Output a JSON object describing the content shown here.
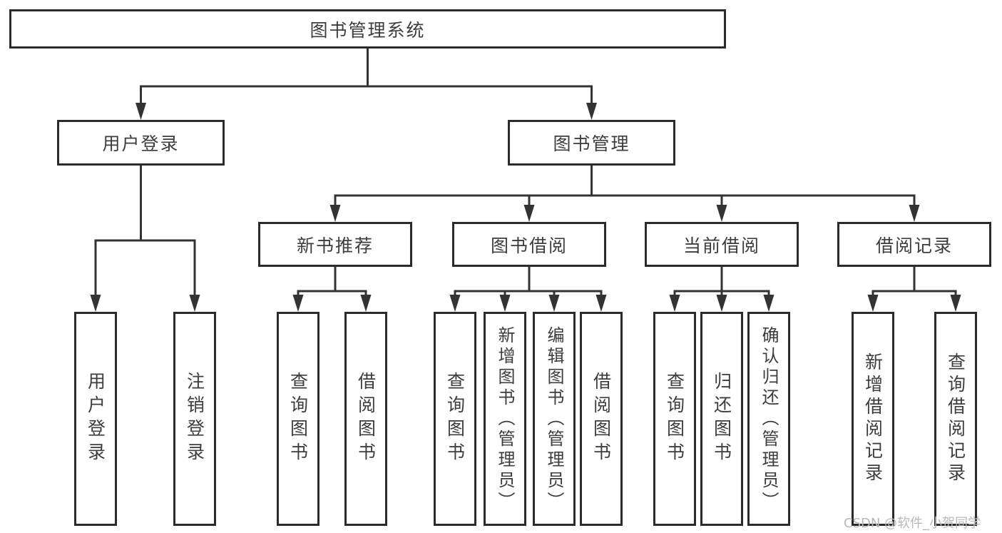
{
  "diagram_title": "图书管理系统",
  "tree": {
    "root": {
      "label": "图书管理系统"
    },
    "branches": [
      {
        "label": "用户登录",
        "children": [
          {
            "label": "用户登录"
          },
          {
            "label": "注销登录"
          }
        ]
      },
      {
        "label": "图书管理",
        "children": [
          {
            "label": "新书推荐",
            "children": [
              {
                "label": "查询图书"
              },
              {
                "label": "借阅图书"
              }
            ]
          },
          {
            "label": "图书借阅",
            "children": [
              {
                "label": "查询图书"
              },
              {
                "label": "新增图书（管理员）"
              },
              {
                "label": "编辑图书（管理员）"
              },
              {
                "label": "借阅图书"
              }
            ]
          },
          {
            "label": "当前借阅",
            "children": [
              {
                "label": "查询图书"
              },
              {
                "label": "归还图书"
              },
              {
                "label": "确认归还（管理员）"
              }
            ]
          },
          {
            "label": "借阅记录",
            "children": [
              {
                "label": "新增借阅记录"
              },
              {
                "label": "查询借阅记录"
              }
            ]
          }
        ]
      }
    ]
  },
  "watermark": "CSDN @软件_小贺同学",
  "colors": {
    "line": "#333333",
    "border": "#2b2b2b",
    "text": "#3d3d3d",
    "watermark": "#b8b8b8",
    "background": "#ffffff"
  }
}
